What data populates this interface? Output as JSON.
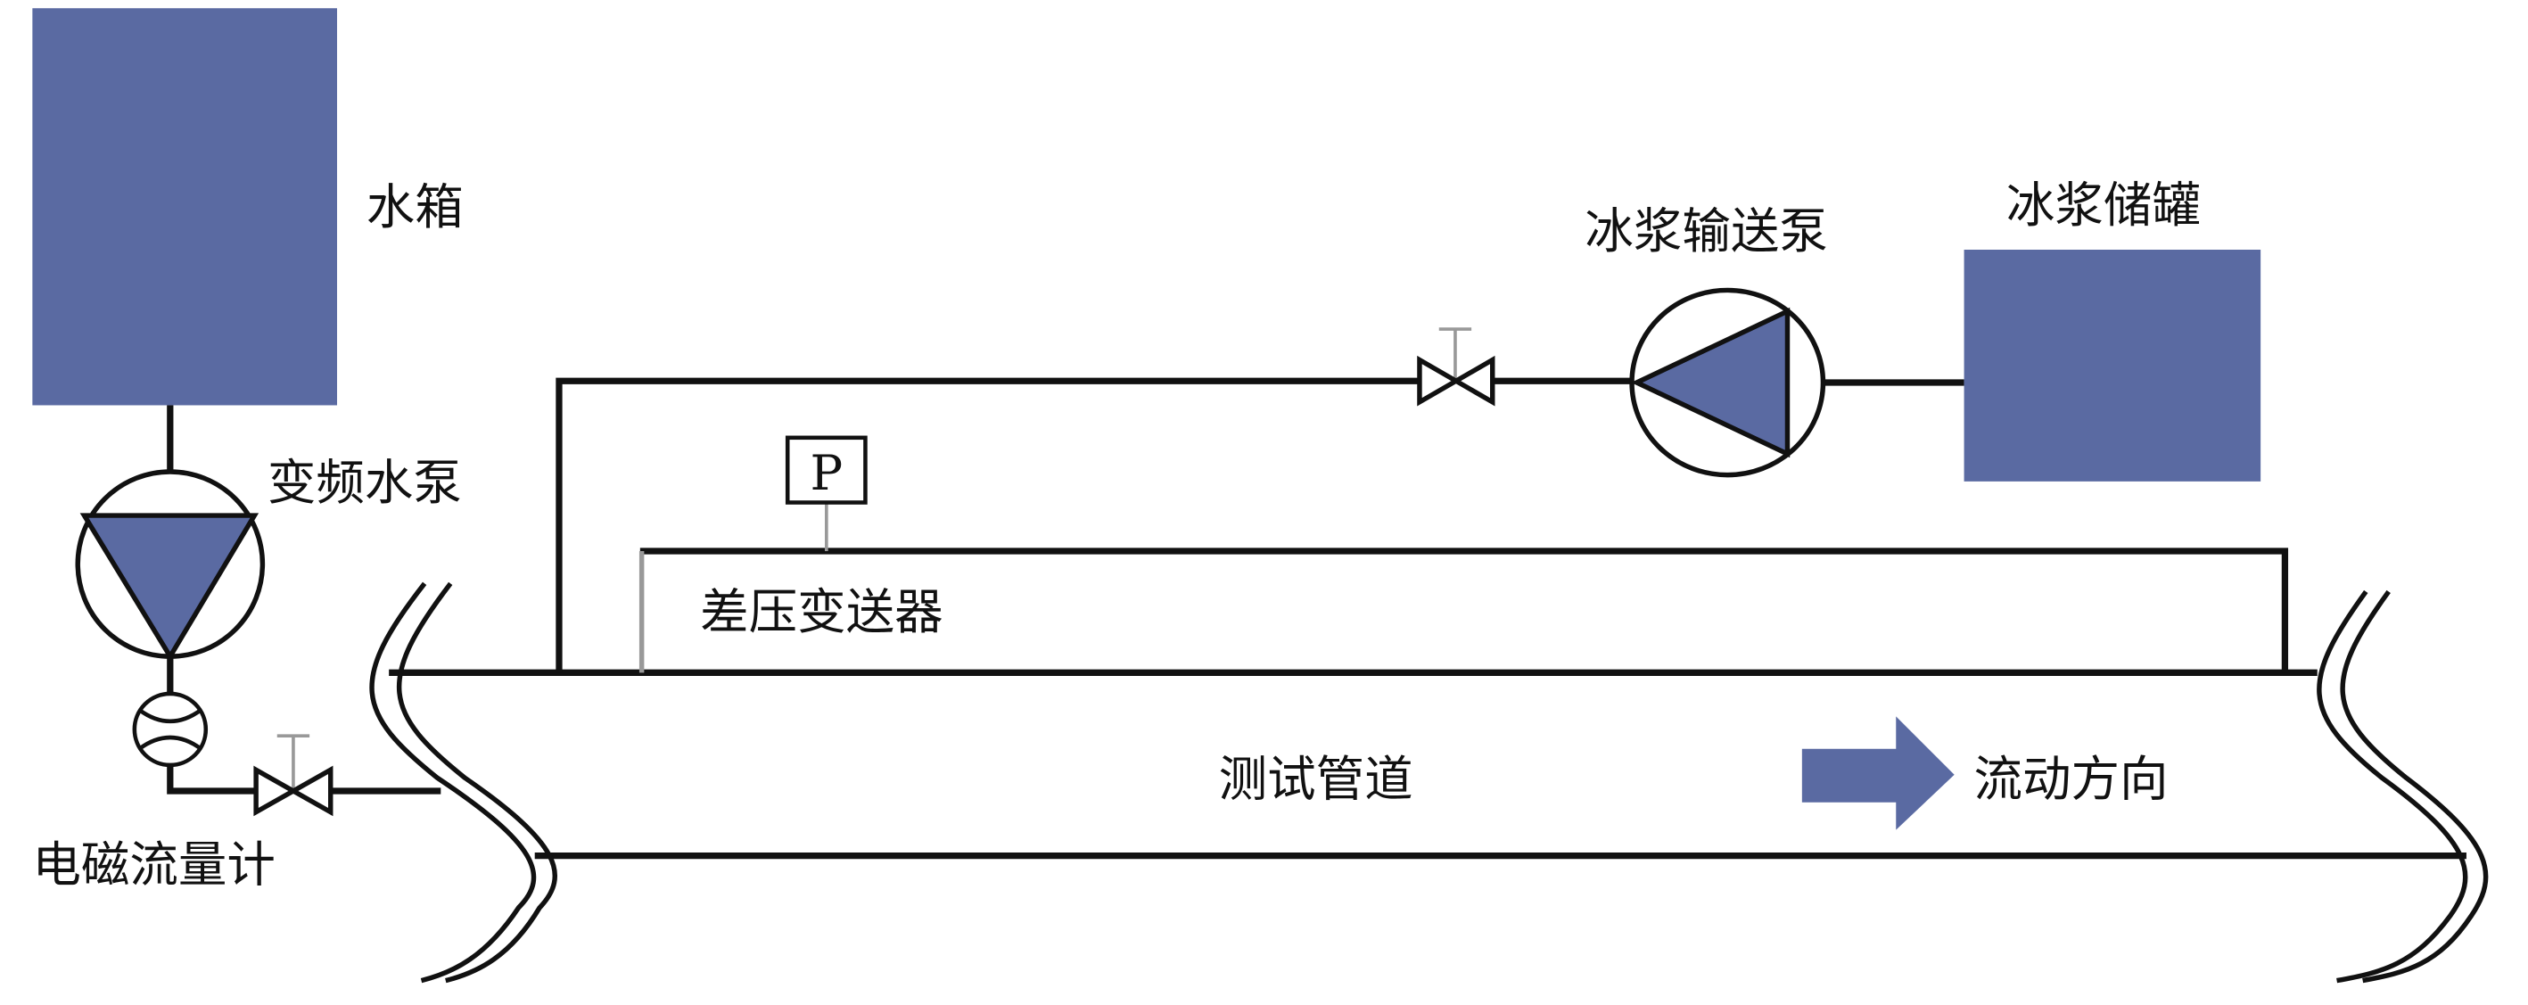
{
  "colors": {
    "fill": "#5a6aa2",
    "line": "#111111",
    "gray": "#999999"
  },
  "labels": {
    "water_tank": "水箱",
    "vfd_pump": "变频水泵",
    "flowmeter": "电磁流量计",
    "dp_transmitter": "差压变送器",
    "pressure_symbol": "P",
    "slurry_pump": "冰浆输送泵",
    "slurry_tank": "冰浆储罐",
    "test_pipe": "测试管道",
    "flow_direction": "流动方向"
  }
}
